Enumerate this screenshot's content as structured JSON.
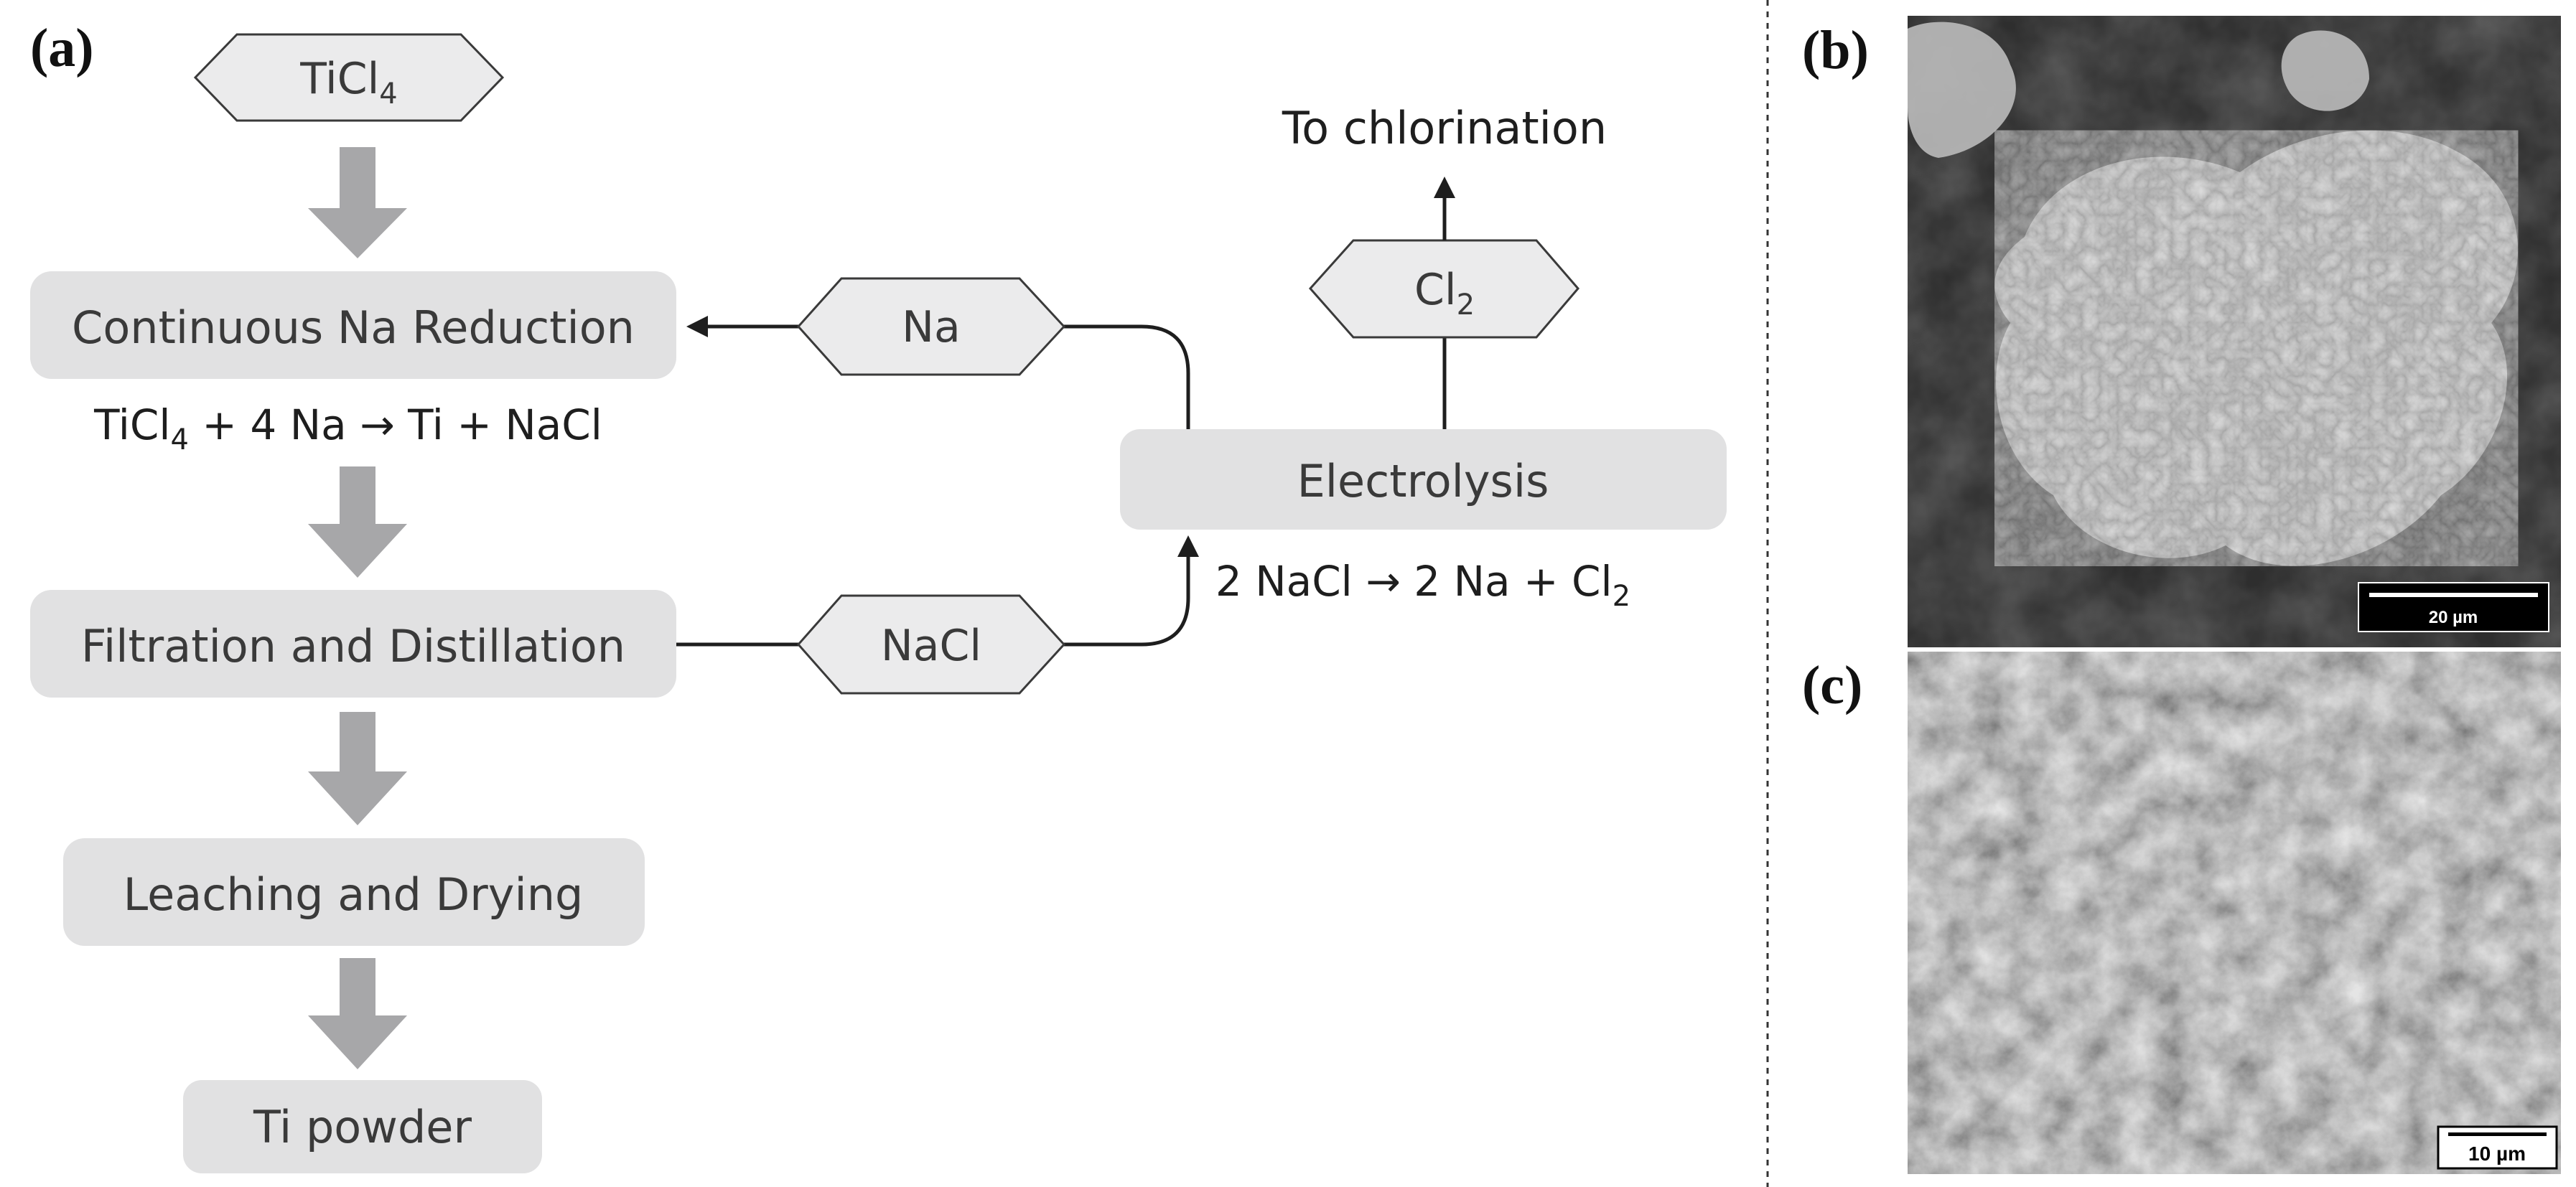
{
  "panels": {
    "a_label": "(a)",
    "b_label": "(b)",
    "c_label": "(c)"
  },
  "flow": {
    "input_ticl4": {
      "main": "TiCl",
      "sub": "4"
    },
    "step_reduction": "Continuous Na Reduction",
    "eq_reduction": {
      "p1": "TiCl",
      "sub": "4",
      "p2": " + 4 Na → Ti + NaCl"
    },
    "step_filtration": "Filtration and Distillation",
    "step_leaching": "Leaching and Drying",
    "output_ti": "Ti powder",
    "recycle_na": "Na",
    "recycle_nacl": "NaCl",
    "step_electrolysis": "Electrolysis",
    "eq_electrolysis": {
      "p1": "2 NaCl → 2 Na + Cl",
      "sub": "2"
    },
    "gas_cl2": {
      "main": "Cl",
      "sub": "2"
    },
    "to_chlorination": "To chlorination"
  },
  "micrographs": {
    "b_scale": "20 µm",
    "c_scale": "10 µm"
  },
  "colors": {
    "box_fill": "#e1e1e2",
    "hex_fill": "#ebebec",
    "hex_stroke": "#3a3a3a",
    "arrow_gray": "#a7a7a9",
    "text": "#3a3a3a",
    "line": "#1e1e1e",
    "sem_bg_b": "#2e2e2e",
    "sem_bg_c": "#555555"
  }
}
